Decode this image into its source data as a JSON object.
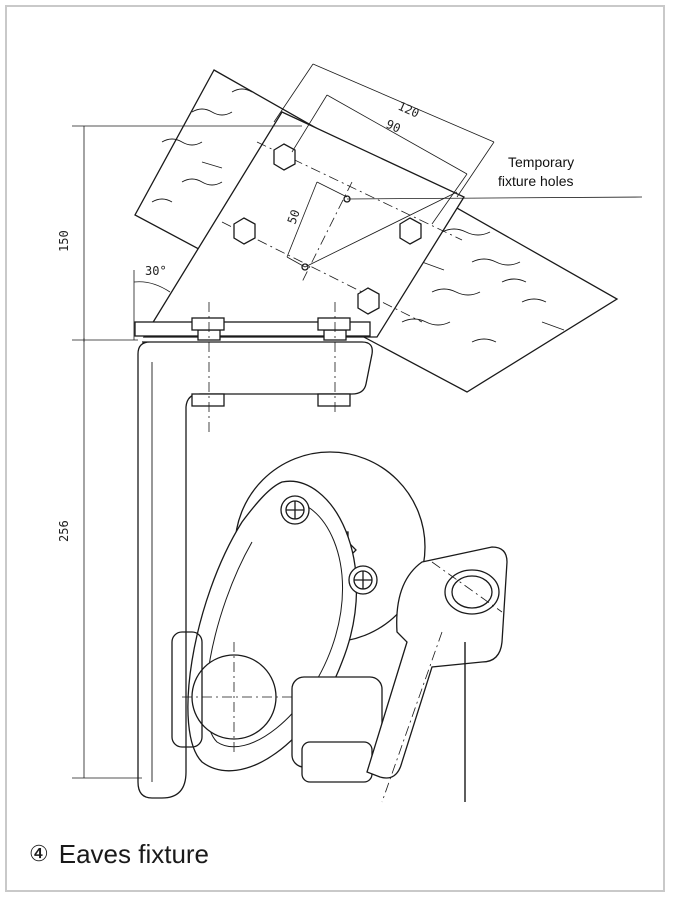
{
  "figure": {
    "number": "④",
    "caption": "Eaves fixture"
  },
  "dimensions": {
    "d120": "120",
    "d90": "90",
    "d50": "50",
    "d150": "150",
    "d256": "256",
    "angle": "30°"
  },
  "annotation": {
    "line1": "Temporary",
    "line2": "fixture holes"
  },
  "colors": {
    "line": "#1a1a1a",
    "frame": "#c9c9c9",
    "background": "#ffffff"
  }
}
